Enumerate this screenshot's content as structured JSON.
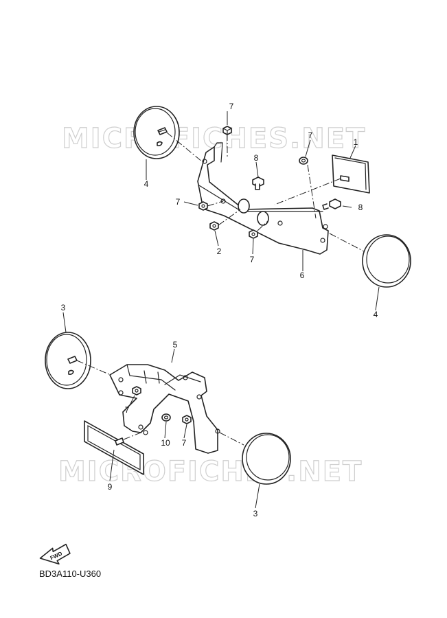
{
  "watermark": "MICROFICHES.NET",
  "fwd_label": "FWD",
  "diagram_code": "BD3A110-U360",
  "callouts": {
    "c1": "1",
    "c2": "2",
    "c3a": "3",
    "c3b": "3",
    "c4a": "4",
    "c4b": "4",
    "c5": "5",
    "c6": "6",
    "c7a": "7",
    "c7b": "7",
    "c7c": "7",
    "c7d": "7",
    "c7e": "7",
    "c7f": "7",
    "c8a": "8",
    "c8b": "8",
    "c9": "9",
    "c10": "10"
  }
}
